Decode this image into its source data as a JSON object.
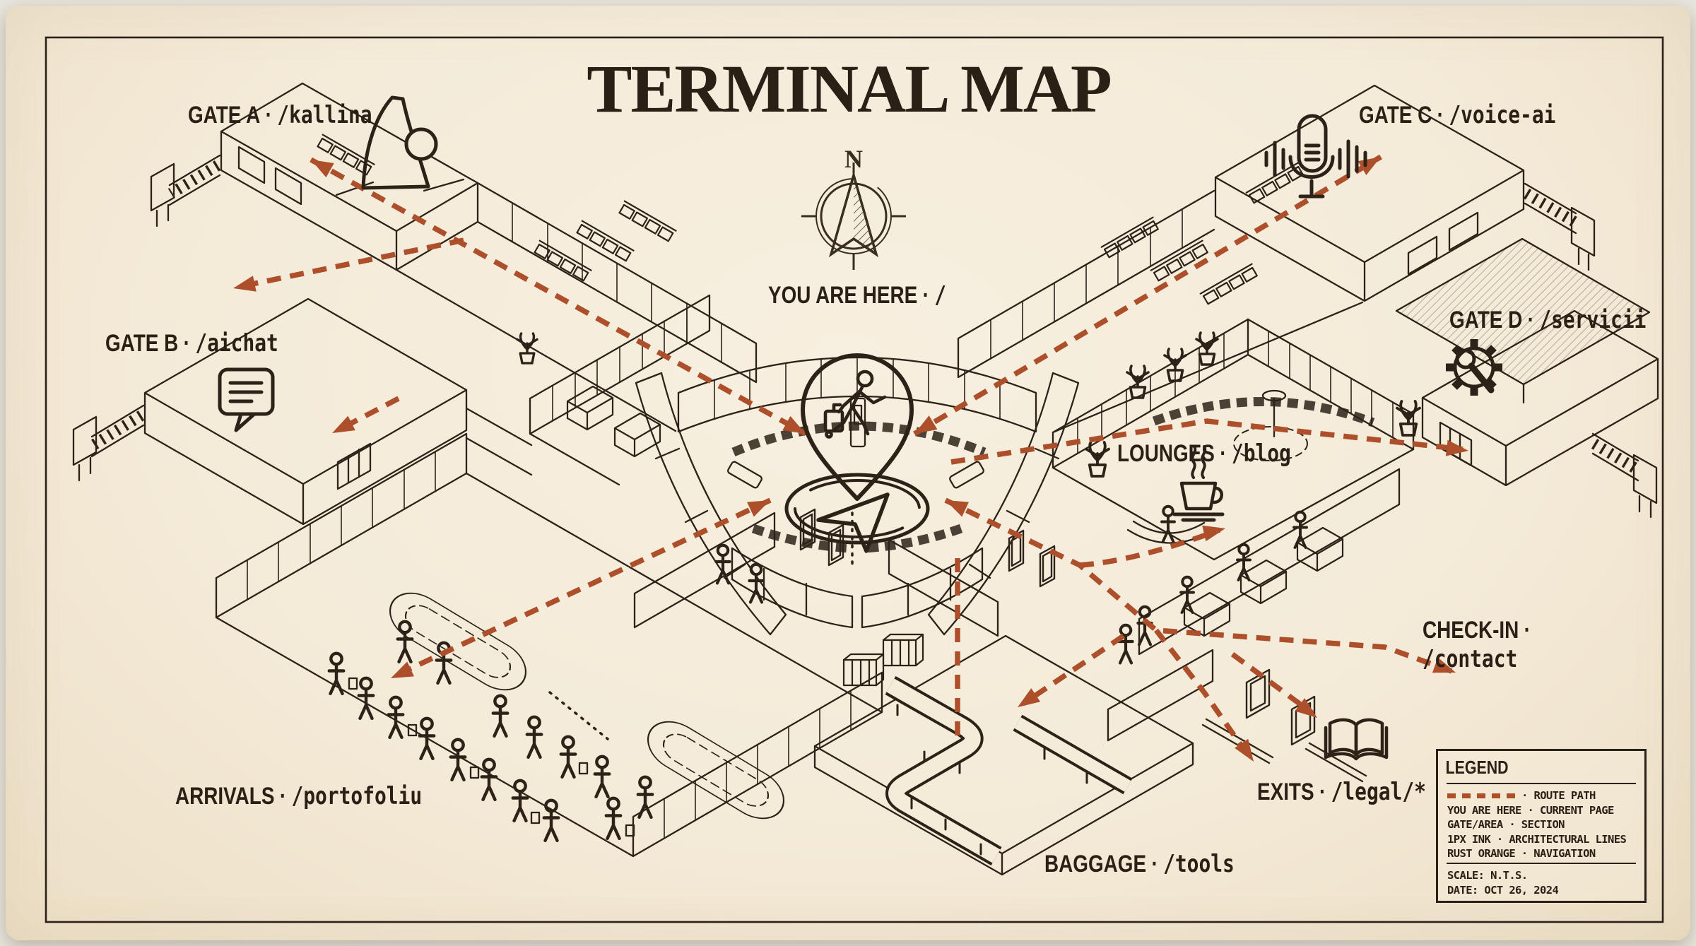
{
  "title": "TERMINAL MAP",
  "separator": "·",
  "compass": {
    "north_label": "N"
  },
  "areas": [
    {
      "id": "gate-a",
      "name": "GATE A",
      "path": "/kallina",
      "icon": "plane-tail-icon"
    },
    {
      "id": "gate-b",
      "name": "GATE B",
      "path": "/aichat",
      "icon": "chat-bubble-icon"
    },
    {
      "id": "gate-c",
      "name": "GATE C",
      "path": "/voice-ai",
      "icon": "microphone-icon"
    },
    {
      "id": "gate-d",
      "name": "GATE D",
      "path": "/servicii",
      "icon": "gear-wrench-icon"
    },
    {
      "id": "you-are-here",
      "name": "YOU ARE HERE",
      "path": "/",
      "icon": "traveler-pin-icon"
    },
    {
      "id": "lounges",
      "name": "LOUNGES",
      "path": "/blog",
      "icon": "coffee-cup-icon"
    },
    {
      "id": "check-in",
      "name": "CHECK-IN",
      "path": "/contact",
      "icon": null
    },
    {
      "id": "arrivals",
      "name": "ARRIVALS",
      "path": "/portofoliu",
      "icon": null
    },
    {
      "id": "exits",
      "name": "EXITS",
      "path": "/legal/*",
      "icon": "open-book-icon"
    },
    {
      "id": "baggage",
      "name": "BAGGAGE",
      "path": "/tools",
      "icon": null
    }
  ],
  "legend": {
    "title": "LEGEND",
    "rows": [
      {
        "swatch": true,
        "text": "· ROUTE PATH"
      },
      {
        "swatch": false,
        "text": "YOU ARE HERE · CURRENT PAGE"
      },
      {
        "swatch": false,
        "text": "GATE/AREA · SECTION"
      },
      {
        "swatch": false,
        "text": "1PX INK · ARCHITECTURAL LINES"
      },
      {
        "swatch": false,
        "text": "RUST ORANGE · NAVIGATION"
      }
    ],
    "scale": "SCALE: N.T.S.",
    "date": "DATE: OCT 26, 2024"
  },
  "colors": {
    "paper": "#f4ebd9",
    "ink": "#2d2218",
    "rust": "#ae4f2b"
  }
}
